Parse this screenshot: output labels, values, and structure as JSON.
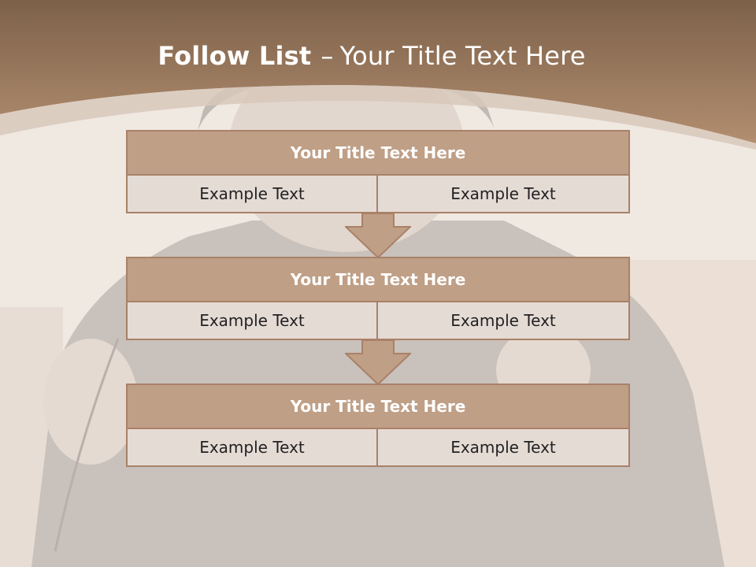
{
  "slide": {
    "title_bold": "Follow List",
    "title_separator": "–",
    "title_rest": "Your Title Text Here"
  },
  "steps": [
    {
      "title": "Your Title Text Here",
      "left": "Example Text",
      "right": "Example Text"
    },
    {
      "title": "Your Title Text Here",
      "left": "Example Text",
      "right": "Example Text"
    },
    {
      "title": "Your Title Text Here",
      "left": "Example Text",
      "right": "Example Text"
    }
  ],
  "colors": {
    "header_brown": "#9d7a60",
    "block_title": "#bf9f86",
    "block_border": "#a98168",
    "cell_fill": "#e5dbd5"
  }
}
